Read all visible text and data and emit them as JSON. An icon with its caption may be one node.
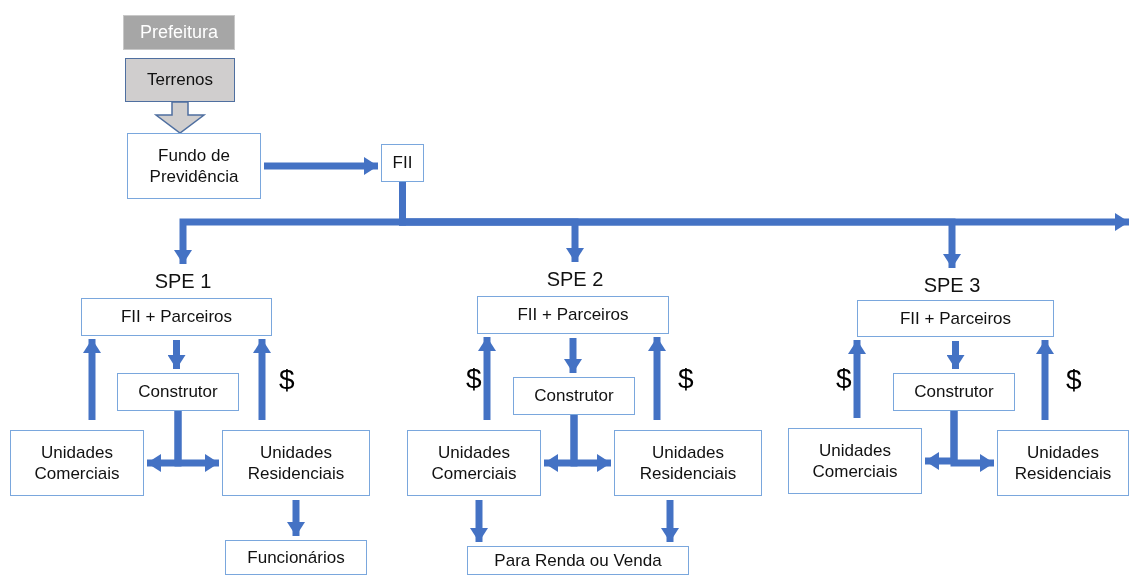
{
  "diagram": {
    "nodes": [
      {
        "text": [
          "Prefeitura"
        ]
      },
      {
        "text": [
          "Terrenos"
        ]
      },
      {
        "text": [
          "Fundo de Previdência"
        ]
      },
      {
        "text": [
          "FII"
        ]
      },
      {
        "text": [
          "SPE 1"
        ]
      },
      {
        "text": [
          "FII + Parceiros"
        ]
      },
      {
        "text": [
          "Construtor"
        ]
      },
      {
        "text": [
          "Unidades Comerciais"
        ]
      },
      {
        "text": [
          "Unidades Residenciais"
        ]
      },
      {
        "text": [
          "Funcionários"
        ]
      },
      {
        "text": [
          "SPE 2"
        ]
      },
      {
        "text": [
          "FII + Parceiros"
        ]
      },
      {
        "text": [
          "Construtor"
        ]
      },
      {
        "text": [
          "Unidades Comerciais"
        ]
      },
      {
        "text": [
          "Unidades Residenciais"
        ]
      },
      {
        "text": [
          "Para Renda ou Venda"
        ]
      },
      {
        "text": [
          "SPE 3"
        ]
      },
      {
        "text": [
          "FII + Parceiros"
        ]
      },
      {
        "text": [
          "Construtor"
        ]
      },
      {
        "text": [
          "Unidades Comerciais"
        ]
      },
      {
        "text": [
          "Unidades Residenciais"
        ]
      }
    ],
    "edges": [
      {
        "from": 1,
        "to": 2,
        "arrow": "to",
        "color": "#d0cece"
      },
      {
        "from": 2,
        "to": 3,
        "arrow": "to"
      },
      {
        "from": 3,
        "to": 4,
        "arrow": "to"
      },
      {
        "from": 3,
        "to": 10,
        "arrow": "to"
      },
      {
        "from": 3,
        "to": 16,
        "arrow": "to"
      },
      {
        "from": 3,
        "to": null,
        "arrow": "to"
      },
      {
        "from": 5,
        "to": 6,
        "arrow": "to"
      },
      {
        "from": 7,
        "to": 5,
        "arrow": "to"
      },
      {
        "from": 8,
        "to": 5,
        "arrow": "to",
        "label": "$"
      },
      {
        "from": 6,
        "to": 7,
        "arrow": "to"
      },
      {
        "from": 6,
        "to": 8,
        "arrow": "to"
      },
      {
        "from": 8,
        "to": 9,
        "arrow": "to"
      },
      {
        "from": 11,
        "to": 12,
        "arrow": "to"
      },
      {
        "from": 13,
        "to": 11,
        "arrow": "to",
        "label": "$"
      },
      {
        "from": 14,
        "to": 11,
        "arrow": "to",
        "label": "$"
      },
      {
        "from": 12,
        "to": 13,
        "arrow": "to"
      },
      {
        "from": 12,
        "to": 14,
        "arrow": "to"
      },
      {
        "from": 13,
        "to": 15,
        "arrow": "to"
      },
      {
        "from": 14,
        "to": 15,
        "arrow": "to"
      },
      {
        "from": 17,
        "to": 18,
        "arrow": "to"
      },
      {
        "from": 19,
        "to": 17,
        "arrow": "to",
        "label": "$"
      },
      {
        "from": 20,
        "to": 17,
        "arrow": "to",
        "label": "$"
      },
      {
        "from": 18,
        "to": 19,
        "arrow": "to"
      },
      {
        "from": 18,
        "to": 20,
        "arrow": "to"
      }
    ]
  }
}
